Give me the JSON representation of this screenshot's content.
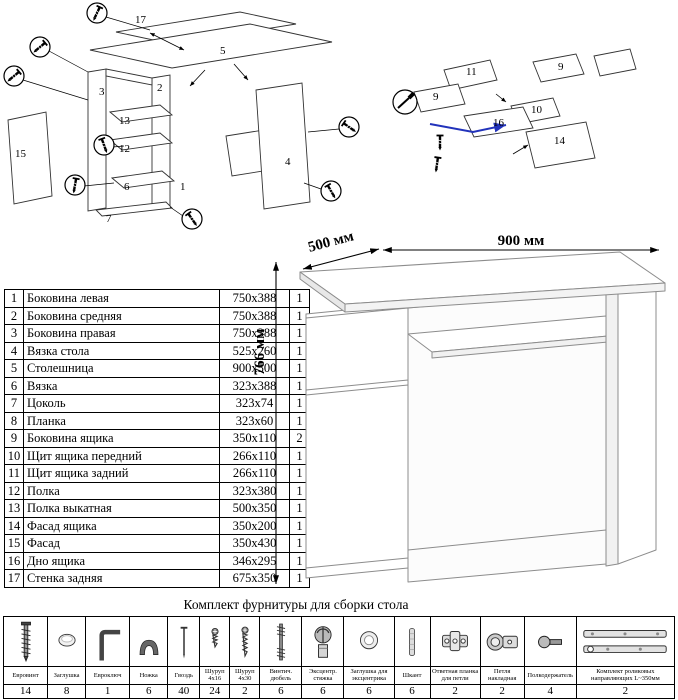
{
  "colors": {
    "accent_blue": "#2233bb",
    "line": "#000000",
    "desk_line": "#8c8c8c"
  },
  "exploded": {
    "left_labels": [
      "17",
      "5",
      "3",
      "2",
      "13",
      "12",
      "6",
      "7",
      "15",
      "1",
      "4"
    ],
    "right_labels": [
      "11",
      "9",
      "9",
      "10",
      "16",
      "14"
    ]
  },
  "dimensions": {
    "width": "900 мм",
    "depth": "500 мм",
    "height": "766 мм"
  },
  "parts_table": {
    "rows": [
      {
        "num": "1",
        "name": "Боковина левая",
        "size": "750x388",
        "qty": "1"
      },
      {
        "num": "2",
        "name": "Боковина средняя",
        "size": "750x388",
        "qty": "1"
      },
      {
        "num": "3",
        "name": "Боковина правая",
        "size": "750x388",
        "qty": "1"
      },
      {
        "num": "4",
        "name": "Вязка стола",
        "size": "525x260",
        "qty": "1"
      },
      {
        "num": "5",
        "name": "Столешница",
        "size": "900x500",
        "qty": "1"
      },
      {
        "num": "6",
        "name": "Вязка",
        "size": "323x388",
        "qty": "1"
      },
      {
        "num": "7",
        "name": "Цоколь",
        "size": "323x74",
        "qty": "1"
      },
      {
        "num": "8",
        "name": "Планка",
        "size": "323x60",
        "qty": "1"
      },
      {
        "num": "9",
        "name": "Боковина ящика",
        "size": "350x110",
        "qty": "2"
      },
      {
        "num": "10",
        "name": "Щит ящика передний",
        "size": "266x110",
        "qty": "1"
      },
      {
        "num": "11",
        "name": "Щит ящика задний",
        "size": "266x110",
        "qty": "1"
      },
      {
        "num": "12",
        "name": "Полка",
        "size": "323x380",
        "qty": "1"
      },
      {
        "num": "13",
        "name": "Полка выкатная",
        "size": "500x350",
        "qty": "1"
      },
      {
        "num": "14",
        "name": "Фасад ящика",
        "size": "350x200",
        "qty": "1"
      },
      {
        "num": "15",
        "name": "Фасад",
        "size": "350x430",
        "qty": "1"
      },
      {
        "num": "16",
        "name": "Дно ящика",
        "size": "346x295",
        "qty": "1"
      },
      {
        "num": "17",
        "name": "Стенка задняя",
        "size": "675x350",
        "qty": "1"
      }
    ]
  },
  "hardware": {
    "title": "Комплект фурнитуры для сборки стола",
    "items": [
      {
        "label": "Евровинт",
        "qty": "14",
        "icon": "euroscrew-icon"
      },
      {
        "label": "Заглушка",
        "qty": "8",
        "icon": "cap-icon"
      },
      {
        "label": "Евроключ",
        "qty": "1",
        "icon": "hexkey-icon"
      },
      {
        "label": "Ножка",
        "qty": "6",
        "icon": "foot-icon"
      },
      {
        "label": "Гвоздь",
        "qty": "40",
        "icon": "nail-icon"
      },
      {
        "label": "Шуруп 4x16",
        "qty": "24",
        "icon": "screw-4x16-icon"
      },
      {
        "label": "Шуруп 4x30",
        "qty": "2",
        "icon": "screw-4x30-icon"
      },
      {
        "label": "Винтич. дюбель",
        "qty": "6",
        "icon": "dowel-screw-icon"
      },
      {
        "label": "Эксцентр. стяжка",
        "qty": "6",
        "icon": "cam-lock-icon"
      },
      {
        "label": "Заглушка для эксцентрика",
        "qty": "6",
        "icon": "cam-cap-icon"
      },
      {
        "label": "Шкант",
        "qty": "6",
        "icon": "wood-dowel-icon"
      },
      {
        "label": "Ответная планка для петли",
        "qty": "2",
        "icon": "hinge-plate-icon"
      },
      {
        "label": "Петля накладная",
        "qty": "2",
        "icon": "hinge-icon"
      },
      {
        "label": "Полкодержатель",
        "qty": "4",
        "icon": "shelf-support-icon"
      },
      {
        "label": "Комплект роликовых направляющих L~350мм",
        "qty": "2",
        "icon": "drawer-slides-icon"
      }
    ]
  }
}
